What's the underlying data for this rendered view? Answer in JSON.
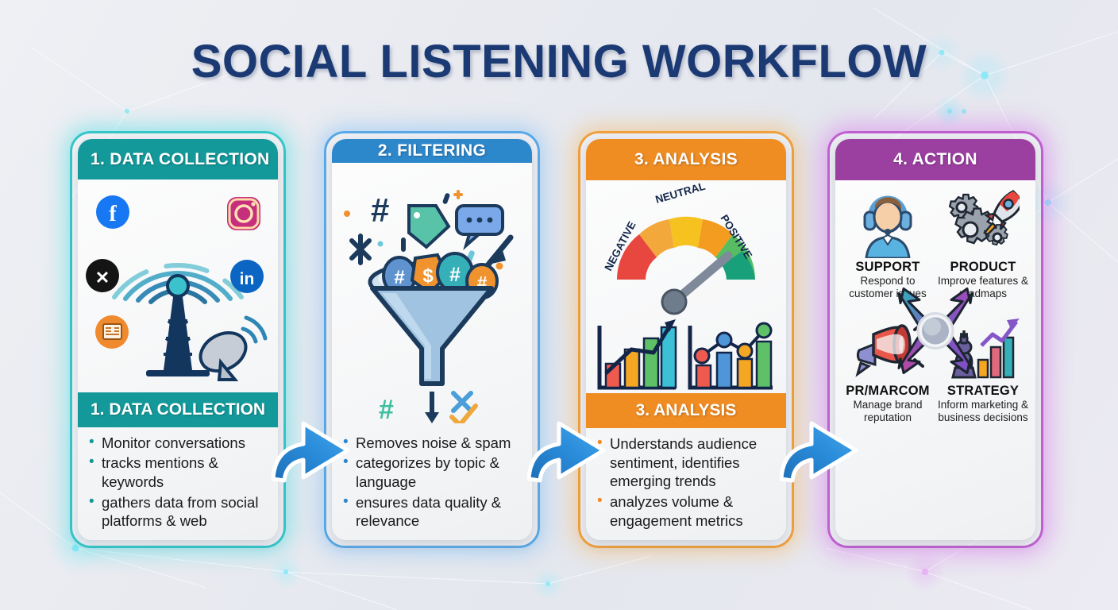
{
  "title": "SOCIAL LISTENING WORKFLOW",
  "colors": {
    "step1": "#14999b",
    "step2": "#2d87cb",
    "step3": "#ef8c22",
    "step4": "#9b3fa0",
    "title_color": "#1b3a74",
    "arrow_color": "#2684d4"
  },
  "steps": [
    {
      "header": "1. DATA COLLECTION",
      "band": "1. DATA COLLECTION",
      "icon": "radio-tower-social-icon",
      "social_icons": [
        "facebook-icon",
        "instagram-icon",
        "x-twitter-icon",
        "linkedin-icon",
        "news-icon",
        "satellite-dish-icon"
      ],
      "bullets": [
        "Monitor conversations",
        "tracks mentions & keywords",
        "gathers data from social platforms & web"
      ]
    },
    {
      "header": "2. FILTERING",
      "band": "",
      "icon": "funnel-filter-icon",
      "bullets": [
        "Removes noise & spam",
        "categorizes by topic & language",
        "ensures data quality & relevance"
      ]
    },
    {
      "header": "3. ANALYSIS",
      "band": "3. ANALYSIS",
      "icon": "sentiment-gauge-charts-icon",
      "gauge_labels": [
        "NEGATIVE",
        "NEUTRAL",
        "POSITIVE"
      ],
      "bullets": [
        "Understands audience sentiment, identifies emerging trends",
        "analyzes volume & engagement metrics"
      ]
    },
    {
      "header": "4. ACTION",
      "band": "",
      "icon": "four-way-action-icon",
      "quadrants": [
        {
          "icon": "support-agent-icon",
          "title": "SUPPORT",
          "desc": "Respond to customer issues"
        },
        {
          "icon": "gears-rocket-icon",
          "title": "PRODUCT",
          "desc": "Improve features & roadmaps"
        },
        {
          "icon": "megaphone-icon",
          "title": "PR/MARCOM",
          "desc": "Manage brand reputation"
        },
        {
          "icon": "chess-chart-icon",
          "title": "STRATEGY",
          "desc": "Inform marketing & business decisions"
        }
      ]
    }
  ],
  "arrows": [
    "arrow-step1-to-step2",
    "arrow-step2-to-step3",
    "arrow-step3-to-step4"
  ]
}
